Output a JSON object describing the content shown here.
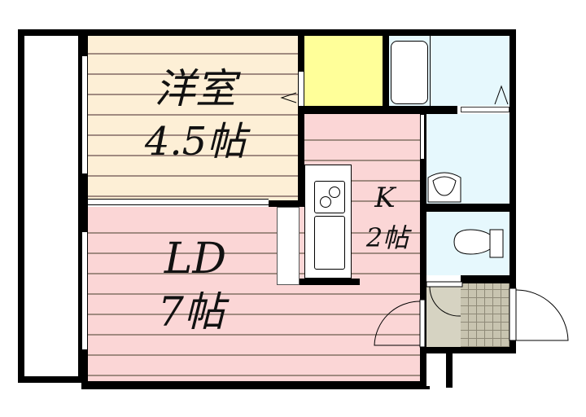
{
  "floorplan": {
    "rooms": [
      {
        "id": "western-room",
        "name": "洋室",
        "size": "4.5帖",
        "color": "#fdefd6"
      },
      {
        "id": "living-dining",
        "name": "LD",
        "size": "7帖",
        "color": "#fbd6d6"
      },
      {
        "id": "kitchen",
        "name": "K",
        "size": "2帖",
        "color": "#fbd6d6"
      },
      {
        "id": "closet",
        "name": "",
        "size": "",
        "color": "#ffff99"
      },
      {
        "id": "bathroom",
        "name": "",
        "size": "",
        "color": "#e6f8fd"
      },
      {
        "id": "washroom",
        "name": "",
        "size": "",
        "color": "#e6f8fd"
      },
      {
        "id": "toilet",
        "name": "",
        "size": "",
        "color": "#e6f8fd"
      },
      {
        "id": "entrance-hall",
        "name": "",
        "size": "",
        "color": "#d6d3c2"
      },
      {
        "id": "entrance-tiles",
        "name": "",
        "size": "",
        "color": "#c8c4b0"
      }
    ],
    "balcony": {
      "color": "#ffffff"
    },
    "fixtures": [
      "bathtub",
      "wash-basin",
      "toilet-bowl",
      "kitchen-stove",
      "kitchen-sink"
    ],
    "colors": {
      "wall": "#000000",
      "plank_line": "#a08a80"
    }
  }
}
